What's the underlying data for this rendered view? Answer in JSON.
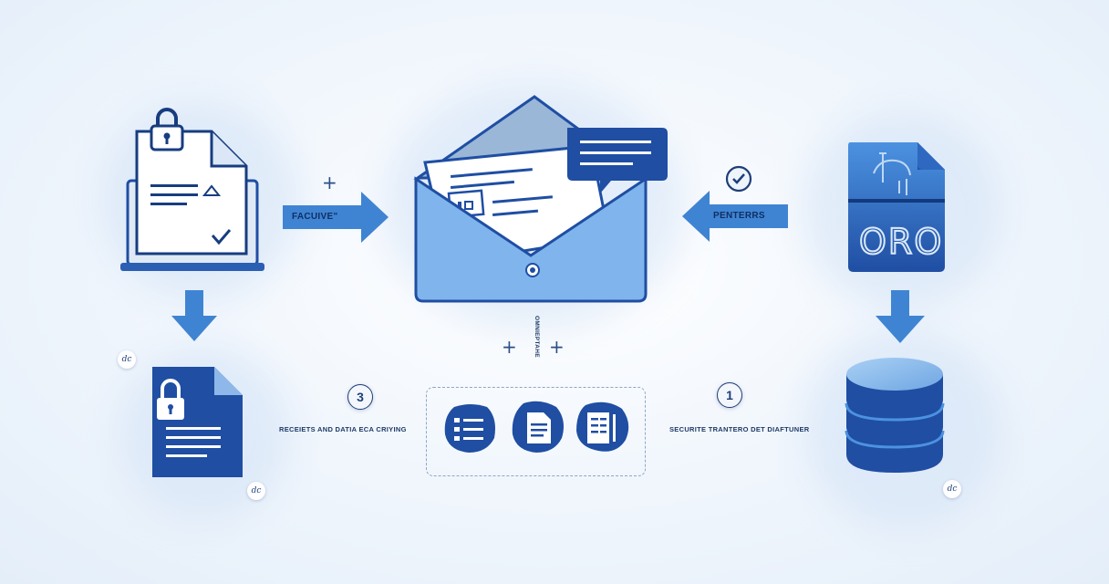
{
  "arrows": {
    "left_label": "FACUIVE\"",
    "right_label": "PENTERRS"
  },
  "steps": {
    "left": "3",
    "right": "1"
  },
  "captions": {
    "left": "RECEIETS AND DATIA ECA CRIYING",
    "right": "SECURITE TRANTERO DET DIAFTUNER",
    "vertical": "OMNIEPTAHE"
  },
  "seal_text": "dc",
  "decor": {
    "plus": "+",
    "lock_panel_glyphs": "ORO"
  },
  "colors": {
    "primary": "#1f4ea3",
    "mid": "#3f84d3",
    "light": "#7fb5ec",
    "dark": "#0f2f63"
  }
}
